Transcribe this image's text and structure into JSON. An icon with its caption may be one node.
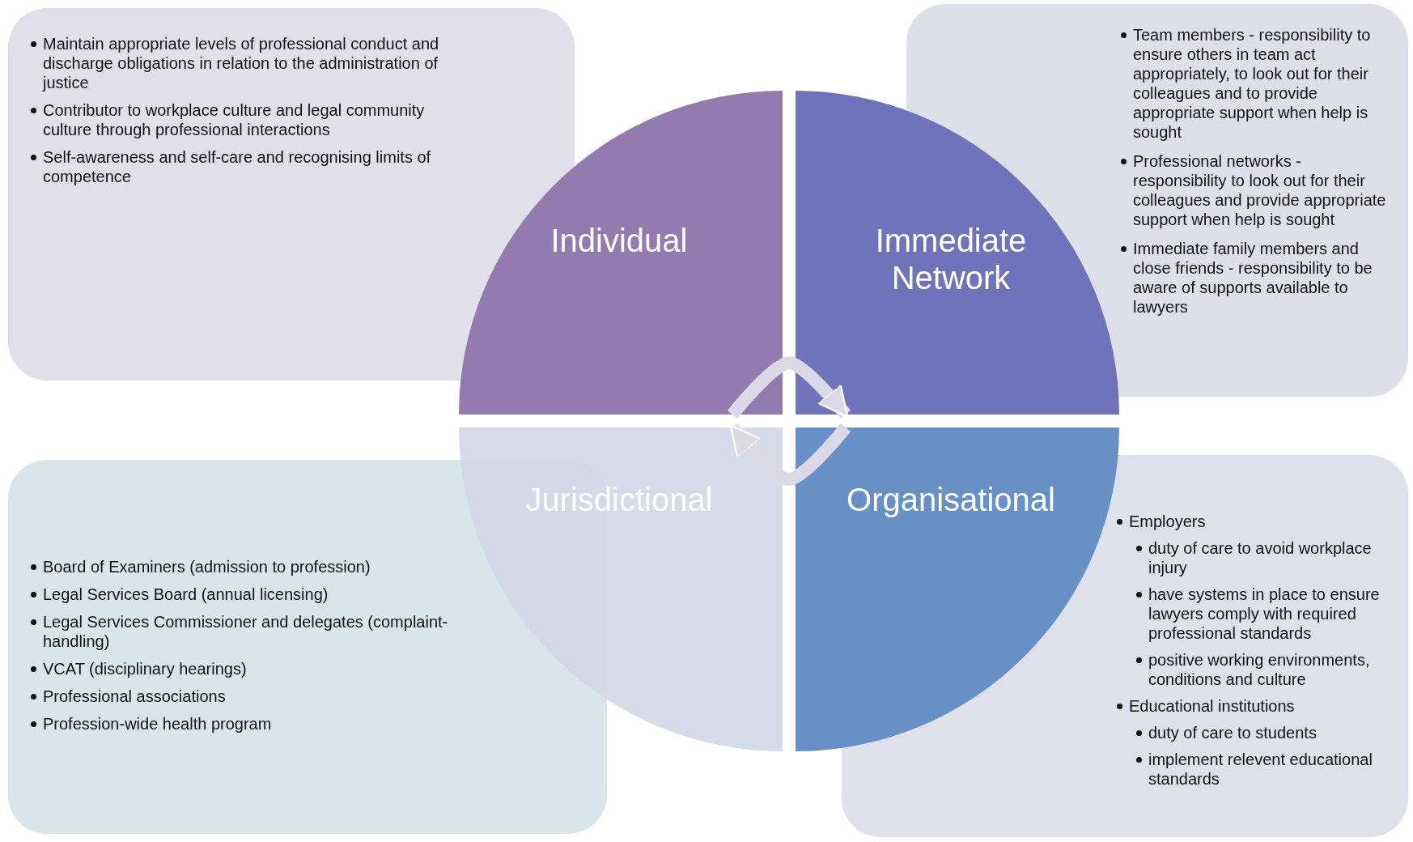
{
  "diagram": {
    "nodes": [
      {
        "text": [
          "Maintain appropriate levels of professional conduct and discharge obligations in relation to the administration of justice",
          "Contributor to workplace culture and legal community culture through professional interactions",
          "Self-awareness and self-care and recognising limits of competence"
        ]
      },
      {
        "text": [
          "Individual"
        ]
      },
      {
        "text": [
          "Immediate Network"
        ]
      },
      {
        "text": [
          "Team members - responsibility to ensure others in team act appropriately, to look out for their colleagues and to provide appropriate support when help is sought",
          "Professional networks - responsibility to look out for their colleagues and provide appropriate support when help is sought",
          "Immediate family members and close friends - responsibility to be aware of supports available to lawyers"
        ]
      },
      {
        "text": [
          "Board of Examiners (admission to profession)",
          "Legal Services Board (annual licensing)",
          "Legal Services Commissioner and delegates (complaint-handling)",
          "VCAT (disciplinary hearings)",
          "Professional associations",
          "Profession-wide health program"
        ]
      },
      {
        "text": [
          "Jurisdictional"
        ]
      },
      {
        "text": [
          "Organisational"
        ]
      },
      {
        "text": [
          "Employers",
          "duty of care to avoid workplace injury",
          "have systems in place to ensure lawyers comply with required professional standards",
          "positive working environments, conditions and culture",
          "Educational institutions",
          "duty of care to students",
          "implement relevent educational standards"
        ]
      }
    ],
    "edges": [
      {
        "from": 1,
        "to": 2,
        "arrow": "to"
      },
      {
        "from": 6,
        "to": 5,
        "arrow": "to"
      }
    ]
  }
}
